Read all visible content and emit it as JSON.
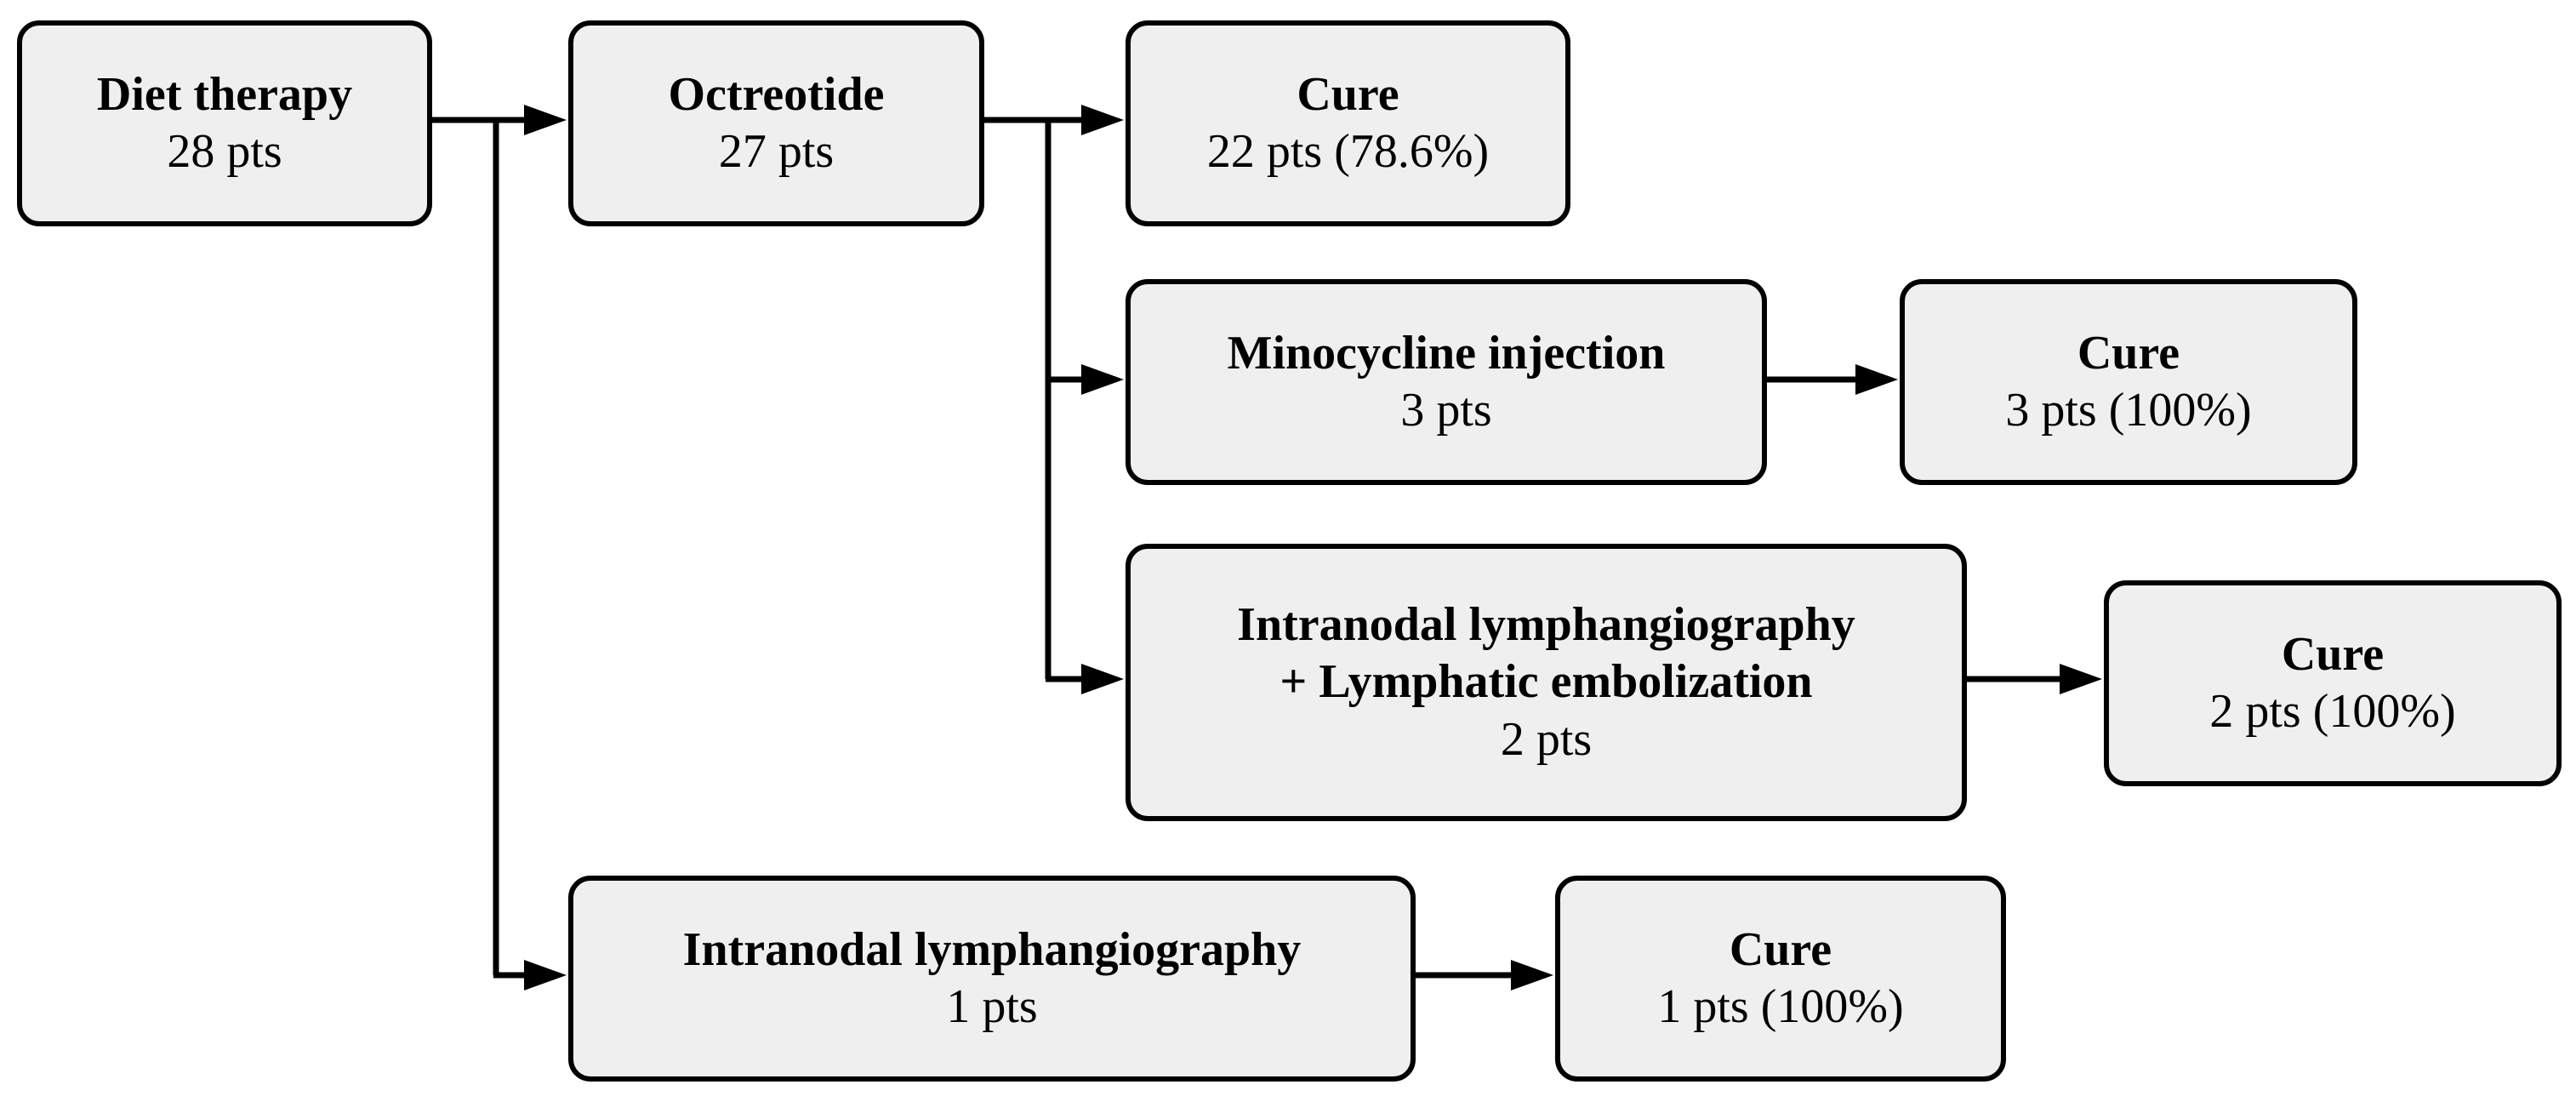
{
  "nodes": {
    "diet": {
      "title": "Diet therapy",
      "count": "28 pts"
    },
    "octreotide": {
      "title": "Octreotide",
      "count": "27 pts"
    },
    "cure_a": {
      "title": "Cure",
      "count": "22 pts (78.6%)"
    },
    "minocycline": {
      "title": "Minocycline injection",
      "count": "3 pts"
    },
    "cure_b": {
      "title": "Cure",
      "count": "3 pts (100%)"
    },
    "ilg_embo": {
      "title_line1": "Intranodal lymphangiography",
      "title_line2": "+ Lymphatic embolization",
      "count": "2 pts"
    },
    "cure_c": {
      "title": "Cure",
      "count": "2 pts (100%)"
    },
    "ilg": {
      "title": "Intranodal lymphangiography",
      "count": "1 pts"
    },
    "cure_d": {
      "title": "Cure",
      "count": "1 pts (100%)"
    }
  },
  "edges": [
    {
      "from": "diet",
      "to": "octreotide"
    },
    {
      "from": "diet",
      "to": "ilg"
    },
    {
      "from": "octreotide",
      "to": "cure_a"
    },
    {
      "from": "octreotide",
      "to": "minocycline"
    },
    {
      "from": "octreotide",
      "to": "ilg_embo"
    },
    {
      "from": "minocycline",
      "to": "cure_b"
    },
    {
      "from": "ilg_embo",
      "to": "cure_c"
    },
    {
      "from": "ilg",
      "to": "cure_d"
    }
  ]
}
